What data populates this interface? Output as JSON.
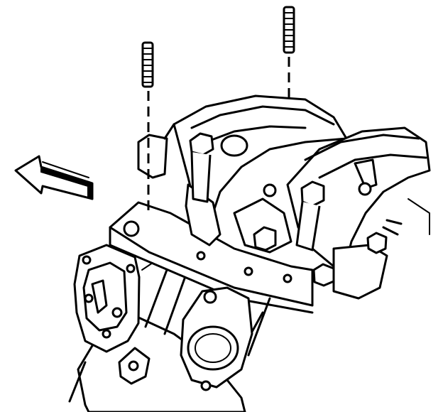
{
  "figure": {
    "colors": {
      "line": "#000000",
      "background": "#ffffff"
    },
    "components": [
      {
        "id": "stud-left",
        "icon": "threaded-stud"
      },
      {
        "id": "stud-right",
        "icon": "threaded-stud"
      },
      {
        "id": "direction-arrow",
        "icon": "arrow-left",
        "direction": "front"
      },
      {
        "id": "bearing-cap-1",
        "icon": "main-bearing-cap"
      },
      {
        "id": "bearing-cap-2",
        "icon": "main-bearing-cap"
      },
      {
        "id": "cap-bolts",
        "icon": "hex-bolt"
      },
      {
        "id": "engine-block",
        "icon": "cylinder-block"
      },
      {
        "id": "water-pump-port",
        "icon": "port-flange"
      },
      {
        "id": "core-plug",
        "icon": "expansion-plug"
      }
    ]
  }
}
